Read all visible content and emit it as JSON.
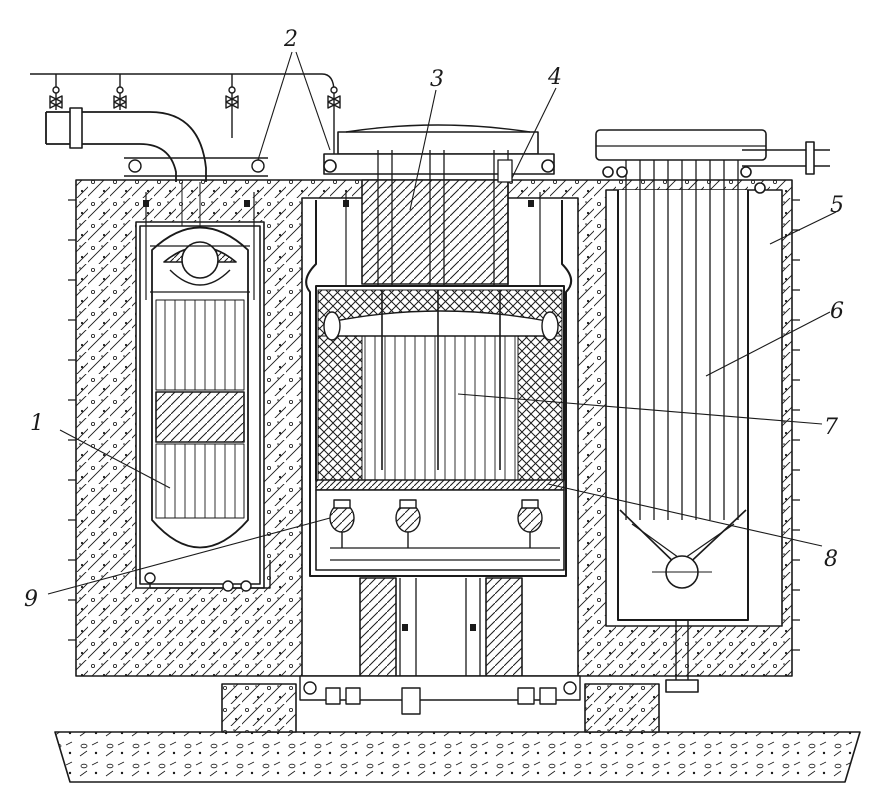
{
  "colors": {
    "ink": "#1a1a1a",
    "paper": "#ffffff"
  },
  "callouts": {
    "c1": "1",
    "c2": "2",
    "c3": "3",
    "c4": "4",
    "c5": "5",
    "c6": "6",
    "c7": "7",
    "c8": "8",
    "c9": "9"
  }
}
